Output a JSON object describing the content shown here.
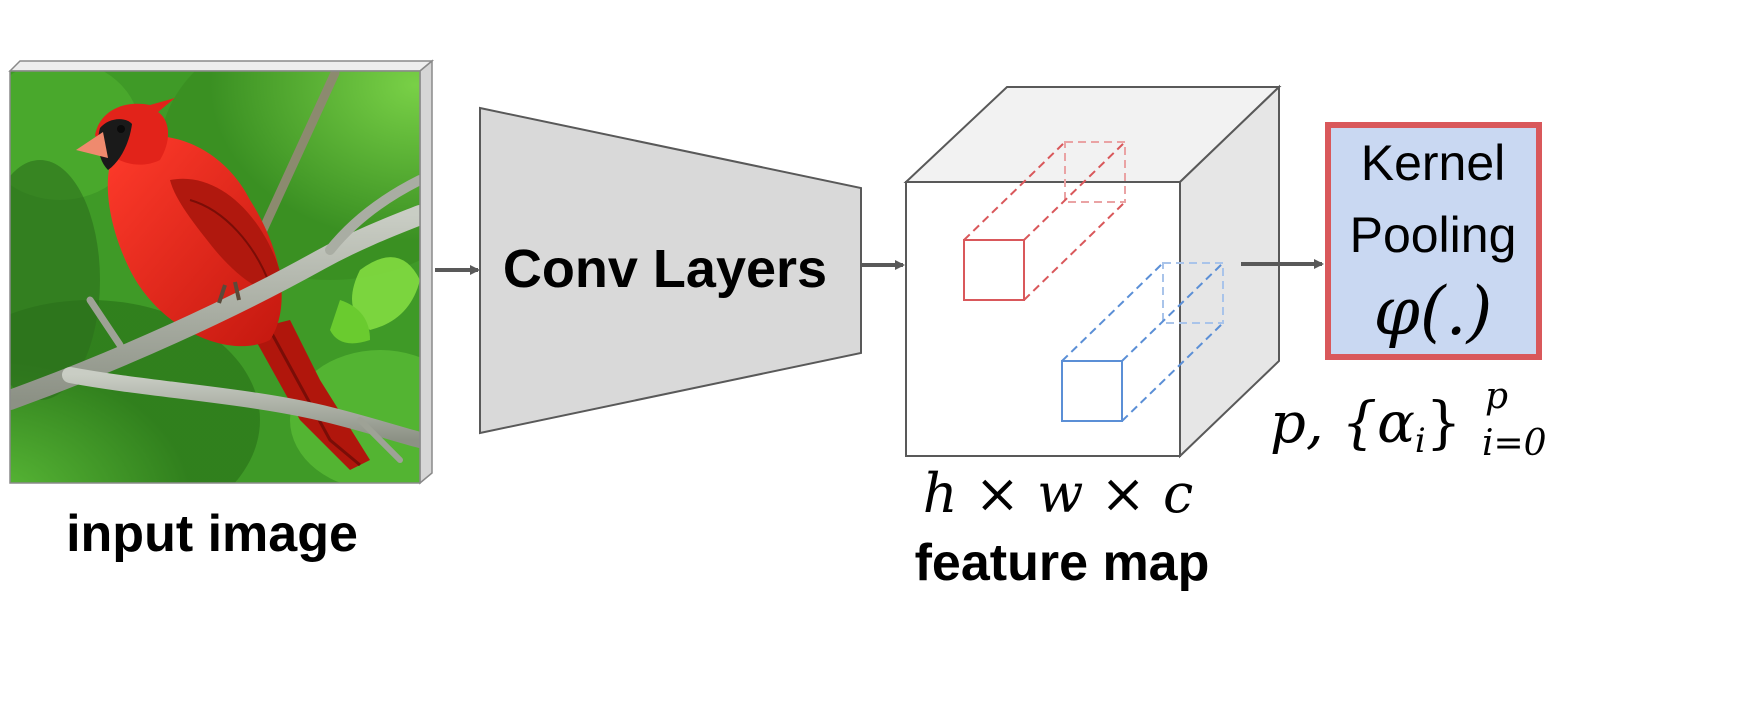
{
  "input": {
    "label": "input image",
    "image_subject": "red northern cardinal perched on a branch with green foliage"
  },
  "conv": {
    "label": "Conv Layers"
  },
  "feature_map": {
    "dims_label": "h × w × c",
    "label": "feature map"
  },
  "kernel": {
    "line1": "Kernel",
    "line2": "Pooling",
    "formula": "φ(.)",
    "params_main": "p, {α",
    "params_sub_i": "i",
    "params_close": "}",
    "params_sup": "p",
    "params_sub": "i=0"
  },
  "colors": {
    "box_fill": "#d9d9d9",
    "box_stroke": "#595959",
    "arrow": "#595959",
    "red_patch": "#d9585b",
    "blue_patch": "#5b8fd6",
    "kernel_fill": "#c9d8f2",
    "kernel_border": "#d9585b",
    "cube_top": "#f2f2f2",
    "cube_side": "#e6e6e6"
  }
}
